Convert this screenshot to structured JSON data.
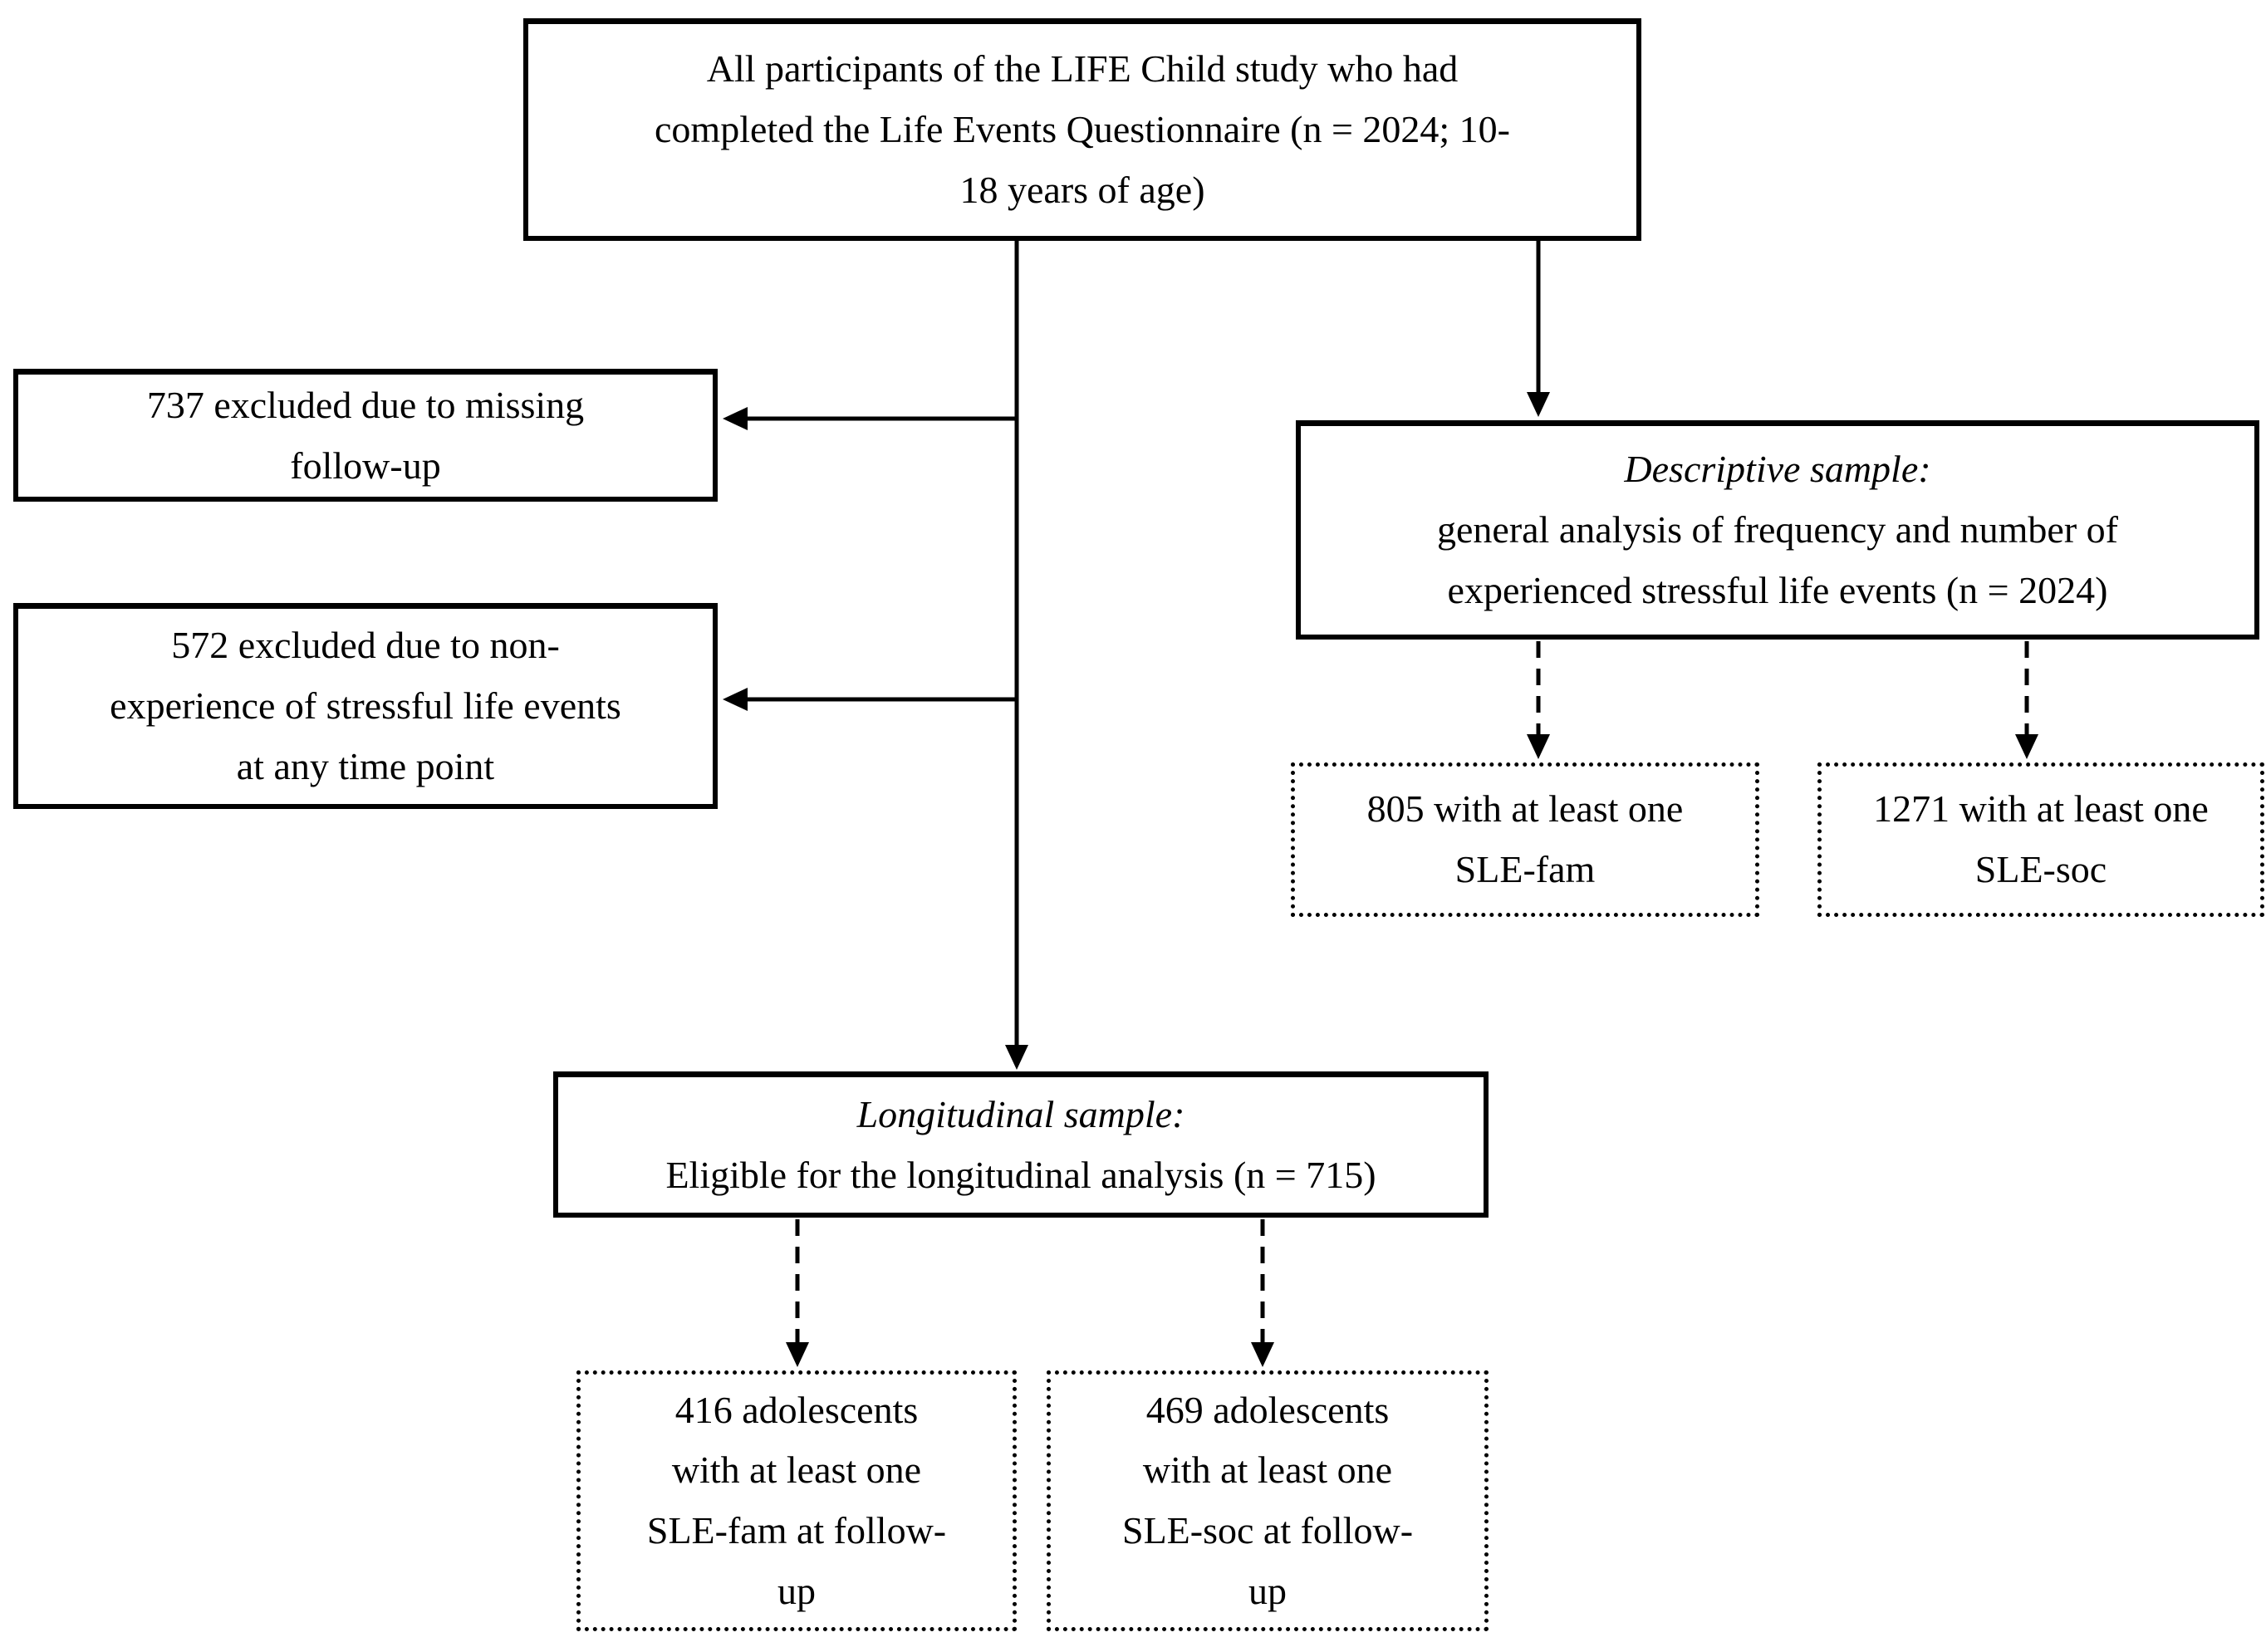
{
  "page": {
    "background_color": "#ffffff",
    "line_color": "#000000",
    "text_color": "#000000"
  },
  "boxes": {
    "top": {
      "text": "All participants of the LIFE Child study who had\ncompleted the Life Events Questionnaire (n = 2024; 10-\n18 years of age)",
      "style": "solid"
    },
    "excluded_missing": {
      "text": "737 excluded due to missing\nfollow-up",
      "style": "solid"
    },
    "excluded_non_experience": {
      "text": "572 excluded due to non-\nexperience of stressful life events\nat any time point",
      "style": "solid"
    },
    "descriptive": {
      "title": "Descriptive sample:",
      "text": "general analysis of frequency and number of\nexperienced stressful life events (n = 2024)",
      "style": "solid"
    },
    "sle_fam": {
      "text": "805 with at least one\nSLE-fam",
      "style": "dotted"
    },
    "sle_soc": {
      "text": "1271 with at least one\nSLE-soc",
      "style": "dotted"
    },
    "longitudinal": {
      "title": "Longitudinal sample:",
      "text": "Eligible for the longitudinal analysis (n = 715)",
      "style": "solid"
    },
    "followup_fam": {
      "text": "416 adolescents\nwith at least one\nSLE-fam at follow-\nup",
      "style": "dotted"
    },
    "followup_soc": {
      "text": "469 adolescents\nwith at least one\nSLE-soc at follow-\nup",
      "style": "dotted"
    }
  }
}
